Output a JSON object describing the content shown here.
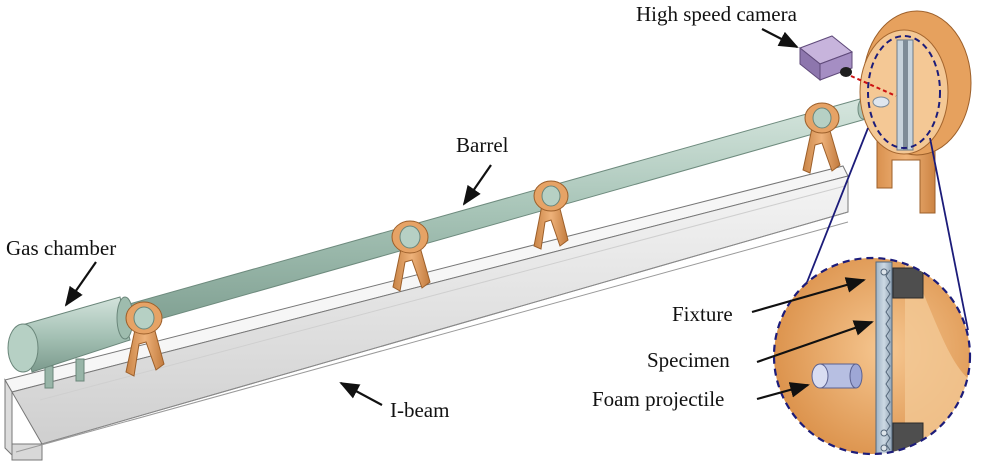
{
  "labels": {
    "camera": "High speed camera",
    "barrel": "Barrel",
    "gas_chamber": "Gas chamber",
    "ibeam": "I-beam",
    "fixture": "Fixture",
    "specimen": "Specimen",
    "projectile": "Foam projectile"
  },
  "colors": {
    "beam_face": "#e8e8e8",
    "beam_top": "#f2f2f2",
    "barrel": "#a9c6b9",
    "support": "#e4a366",
    "target_frame": "#e6a15e",
    "camera_body": "#9b84b8",
    "laser": "#cc1111",
    "zoom_outline": "#1c1c7a"
  }
}
